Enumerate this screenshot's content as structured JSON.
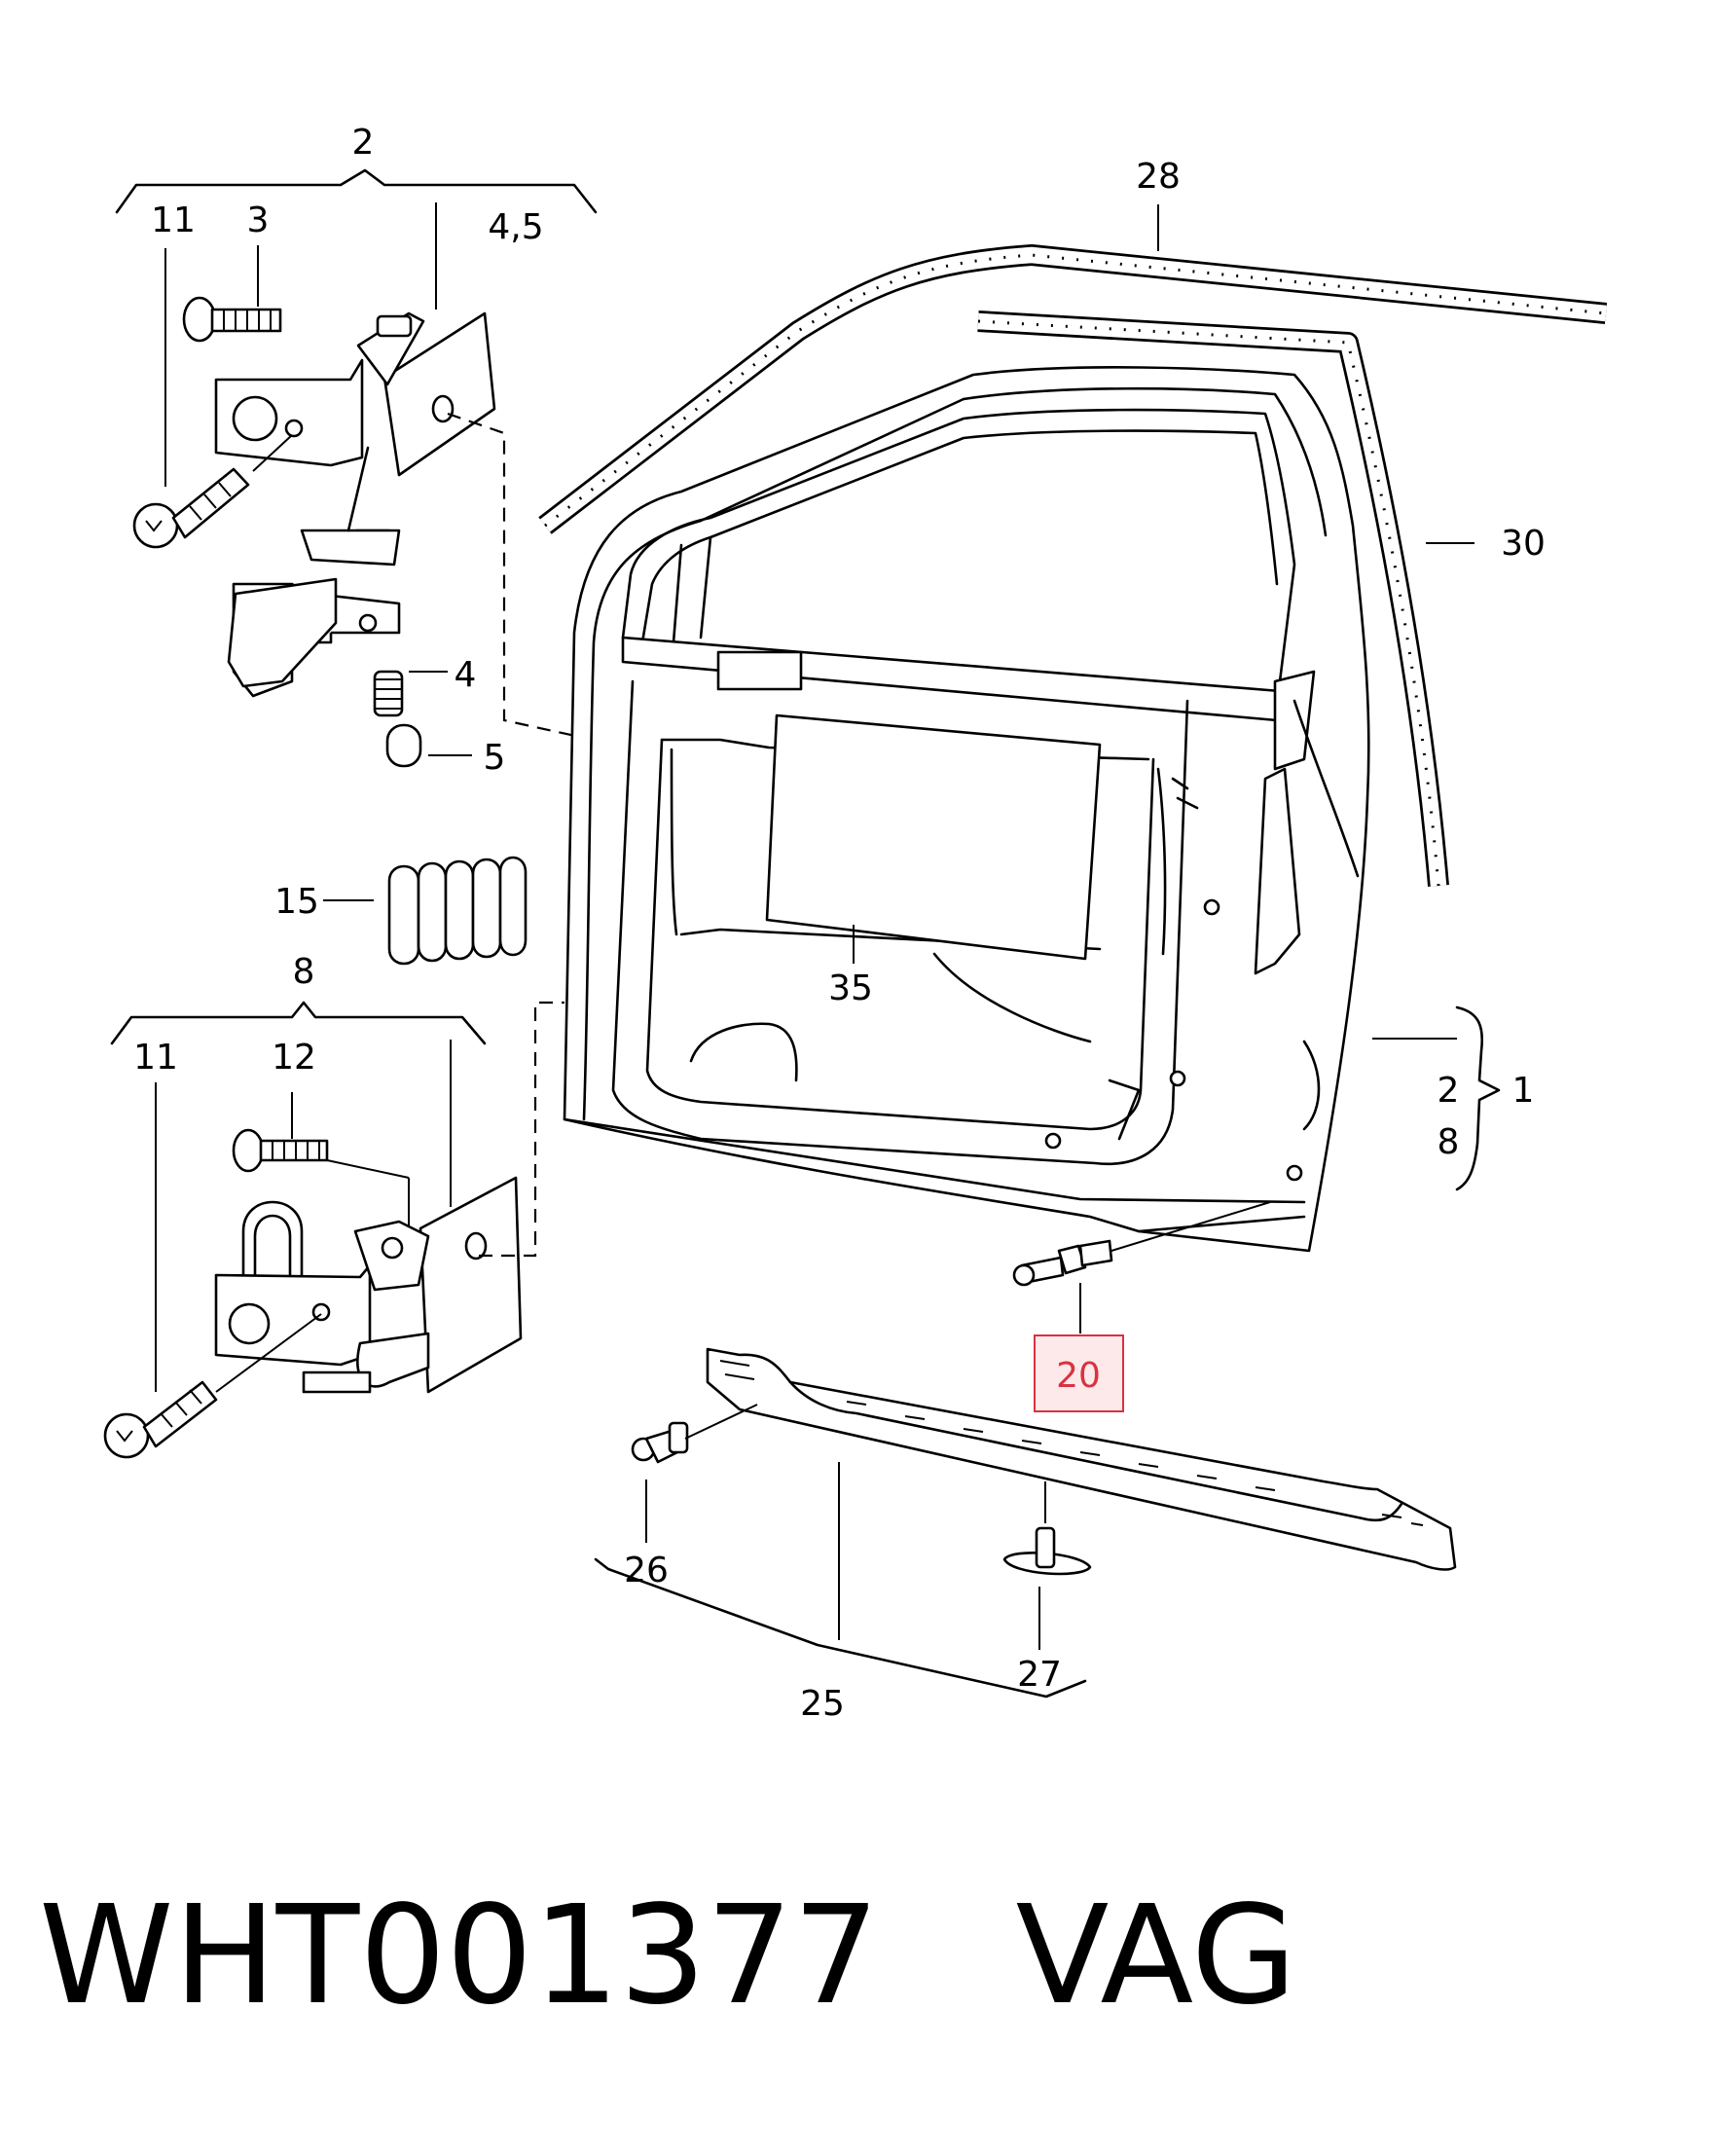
{
  "callouts": {
    "c1": "1",
    "c2": "2",
    "c2b": "2",
    "c3": "3",
    "c4": "4",
    "c45": "4,5",
    "c5": "5",
    "c8": "8",
    "c8b": "8",
    "c11a": "11",
    "c11b": "11",
    "c12": "12",
    "c15": "15",
    "c20": "20",
    "c25": "25",
    "c26": "26",
    "c27": "27",
    "c28": "28",
    "c30": "30",
    "c35": "35"
  },
  "highlight": {
    "callout": "20",
    "border_color": "#d9323f",
    "fill_color": "#fde8ea"
  },
  "footer": {
    "part_number": "WHT001377",
    "brand": "VAG"
  }
}
